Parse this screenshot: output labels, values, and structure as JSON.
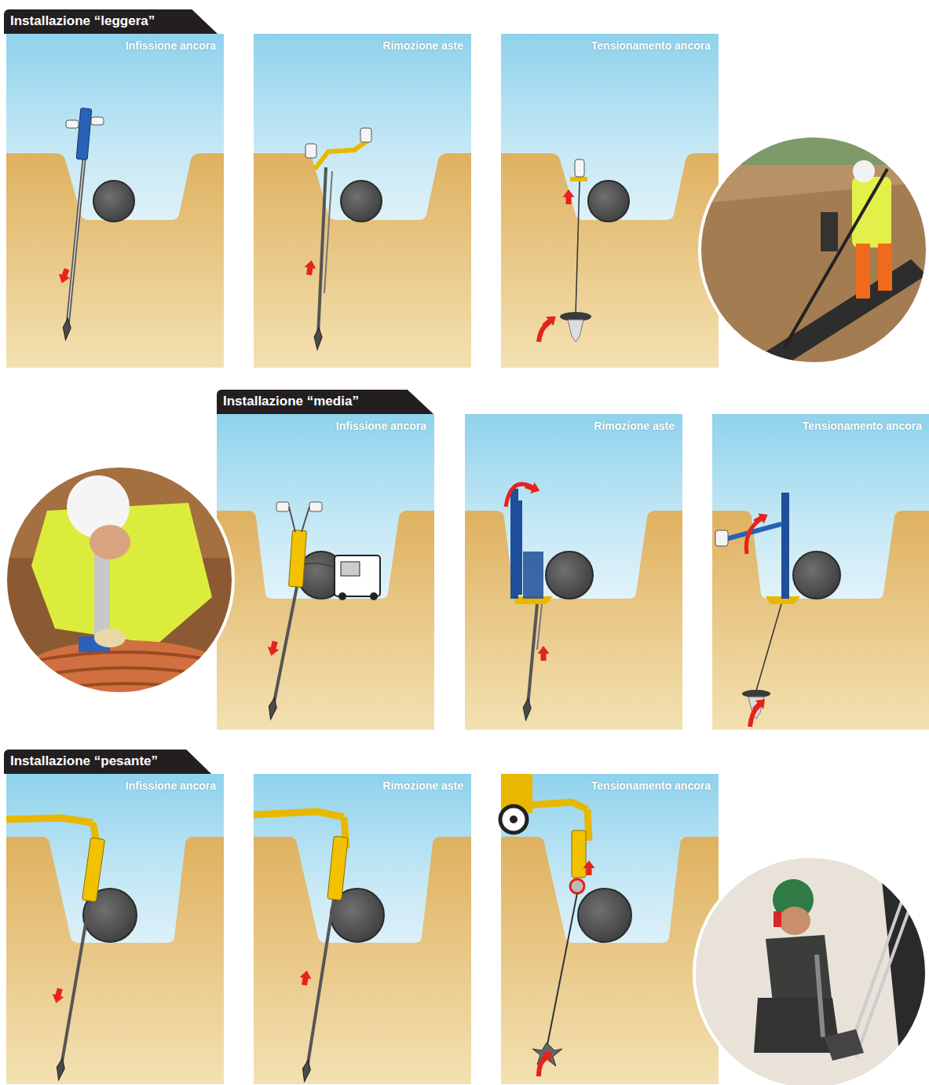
{
  "diagram": {
    "nodes": [
      {
        "text": [
          "Installazione “leggera”"
        ]
      },
      {
        "text": [
          "Infissione ancora"
        ]
      },
      {
        "text": [
          "Rimozione aste"
        ]
      },
      {
        "text": [
          "Tensionamento ancora"
        ]
      },
      {
        "text": [
          "Installazione “media”"
        ]
      },
      {
        "text": [
          "Infissione ancora"
        ]
      },
      {
        "text": [
          "Rimozione aste"
        ]
      },
      {
        "text": [
          "Tensionamento ancora"
        ]
      },
      {
        "text": [
          "Installazione “pesante”"
        ]
      },
      {
        "text": [
          "Infissione ancora"
        ]
      },
      {
        "text": [
          "Rimozione aste"
        ]
      },
      {
        "text": [
          "Tensionamento ancora"
        ]
      }
    ]
  }
}
